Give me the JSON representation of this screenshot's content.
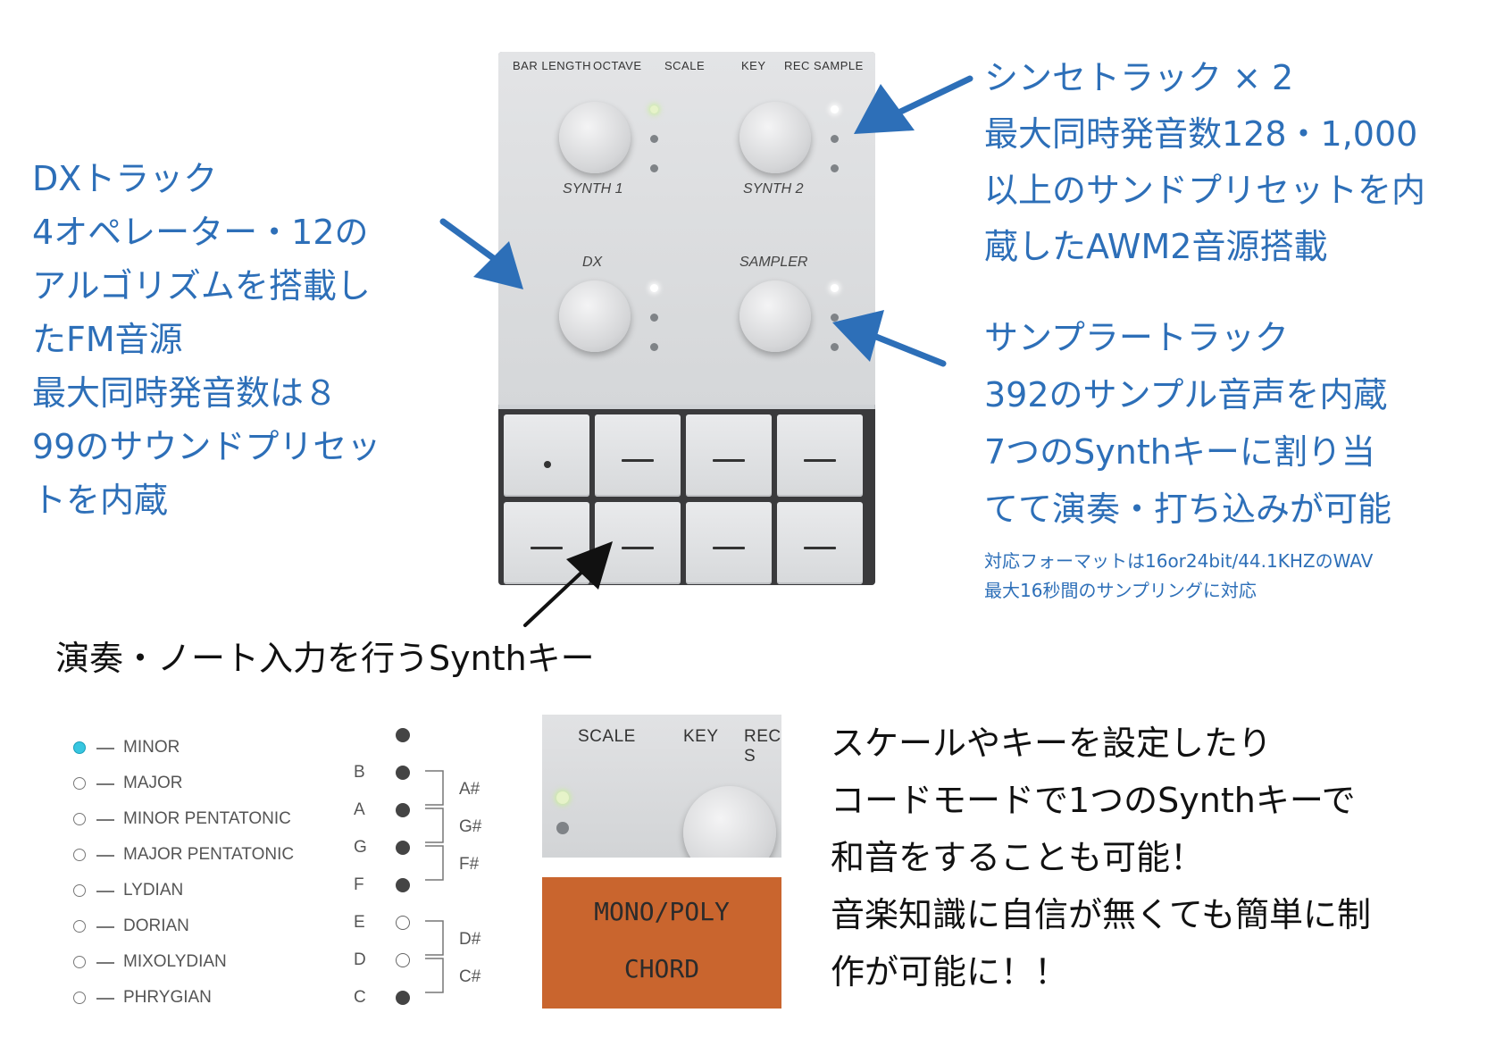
{
  "device": {
    "top_labels": [
      "BAR LENGTH",
      "OCTAVE",
      "SCALE",
      "KEY",
      "REC SAMPLE"
    ],
    "knobs": {
      "synth1": "SYNTH 1",
      "synth2": "SYNTH 2",
      "dx": "DX",
      "sampler": "SAMPLER"
    }
  },
  "left_note": {
    "lines": [
      "DXトラック",
      "4オペレーター・12の",
      "アルゴリズムを搭載し",
      "たFM音源",
      "最大同時発音数は８",
      "99のサウンドプリセッ",
      "トを内蔵"
    ]
  },
  "right_top_note": {
    "lines": [
      "シンセトラック × 2",
      "最大同時発音数128・1,000",
      "以上のサンドプリセットを内",
      "蔵したAWM2音源搭載"
    ]
  },
  "right_mid_note": {
    "lines": [
      "サンプラートラック",
      "392のサンプル音声を内蔵",
      "7つのSynthキーに割り当",
      "てて演奏・打ち込みが可能"
    ],
    "small_lines": [
      "対応フォーマットは16or24bit/44.1KHZのWAV",
      "最大16秒間のサンプリングに対応"
    ]
  },
  "synth_key_caption": "演奏・ノート入力を行うSynthキー",
  "scales": [
    "MINOR",
    "MAJOR",
    "MINOR PENTATONIC",
    "MAJOR PENTATONIC",
    "LYDIAN",
    "DORIAN",
    "MIXOLYDIAN",
    "PHRYGIAN"
  ],
  "notes": {
    "naturals": [
      "B",
      "A",
      "G",
      "F",
      "E",
      "D",
      "C"
    ],
    "sharps": [
      "A#",
      "G#",
      "F#",
      "D#",
      "C#"
    ]
  },
  "zoom_panel": {
    "labels": [
      "SCALE",
      "KEY",
      "REC S"
    ],
    "chord_line1": "MONO/POLY",
    "chord_line2": "CHORD"
  },
  "bottom_note": {
    "lines": [
      "スケールやキーを設定したり",
      "コードモードで1つのSynthキーで",
      "和音をすることも可能！",
      "音楽知識に自信が無くても簡単に制",
      "作が可能に！！"
    ]
  },
  "colors": {
    "annotation_blue": "#2d6fb8",
    "chord_orange": "#c9652e",
    "active_led": "#37c6e0"
  }
}
